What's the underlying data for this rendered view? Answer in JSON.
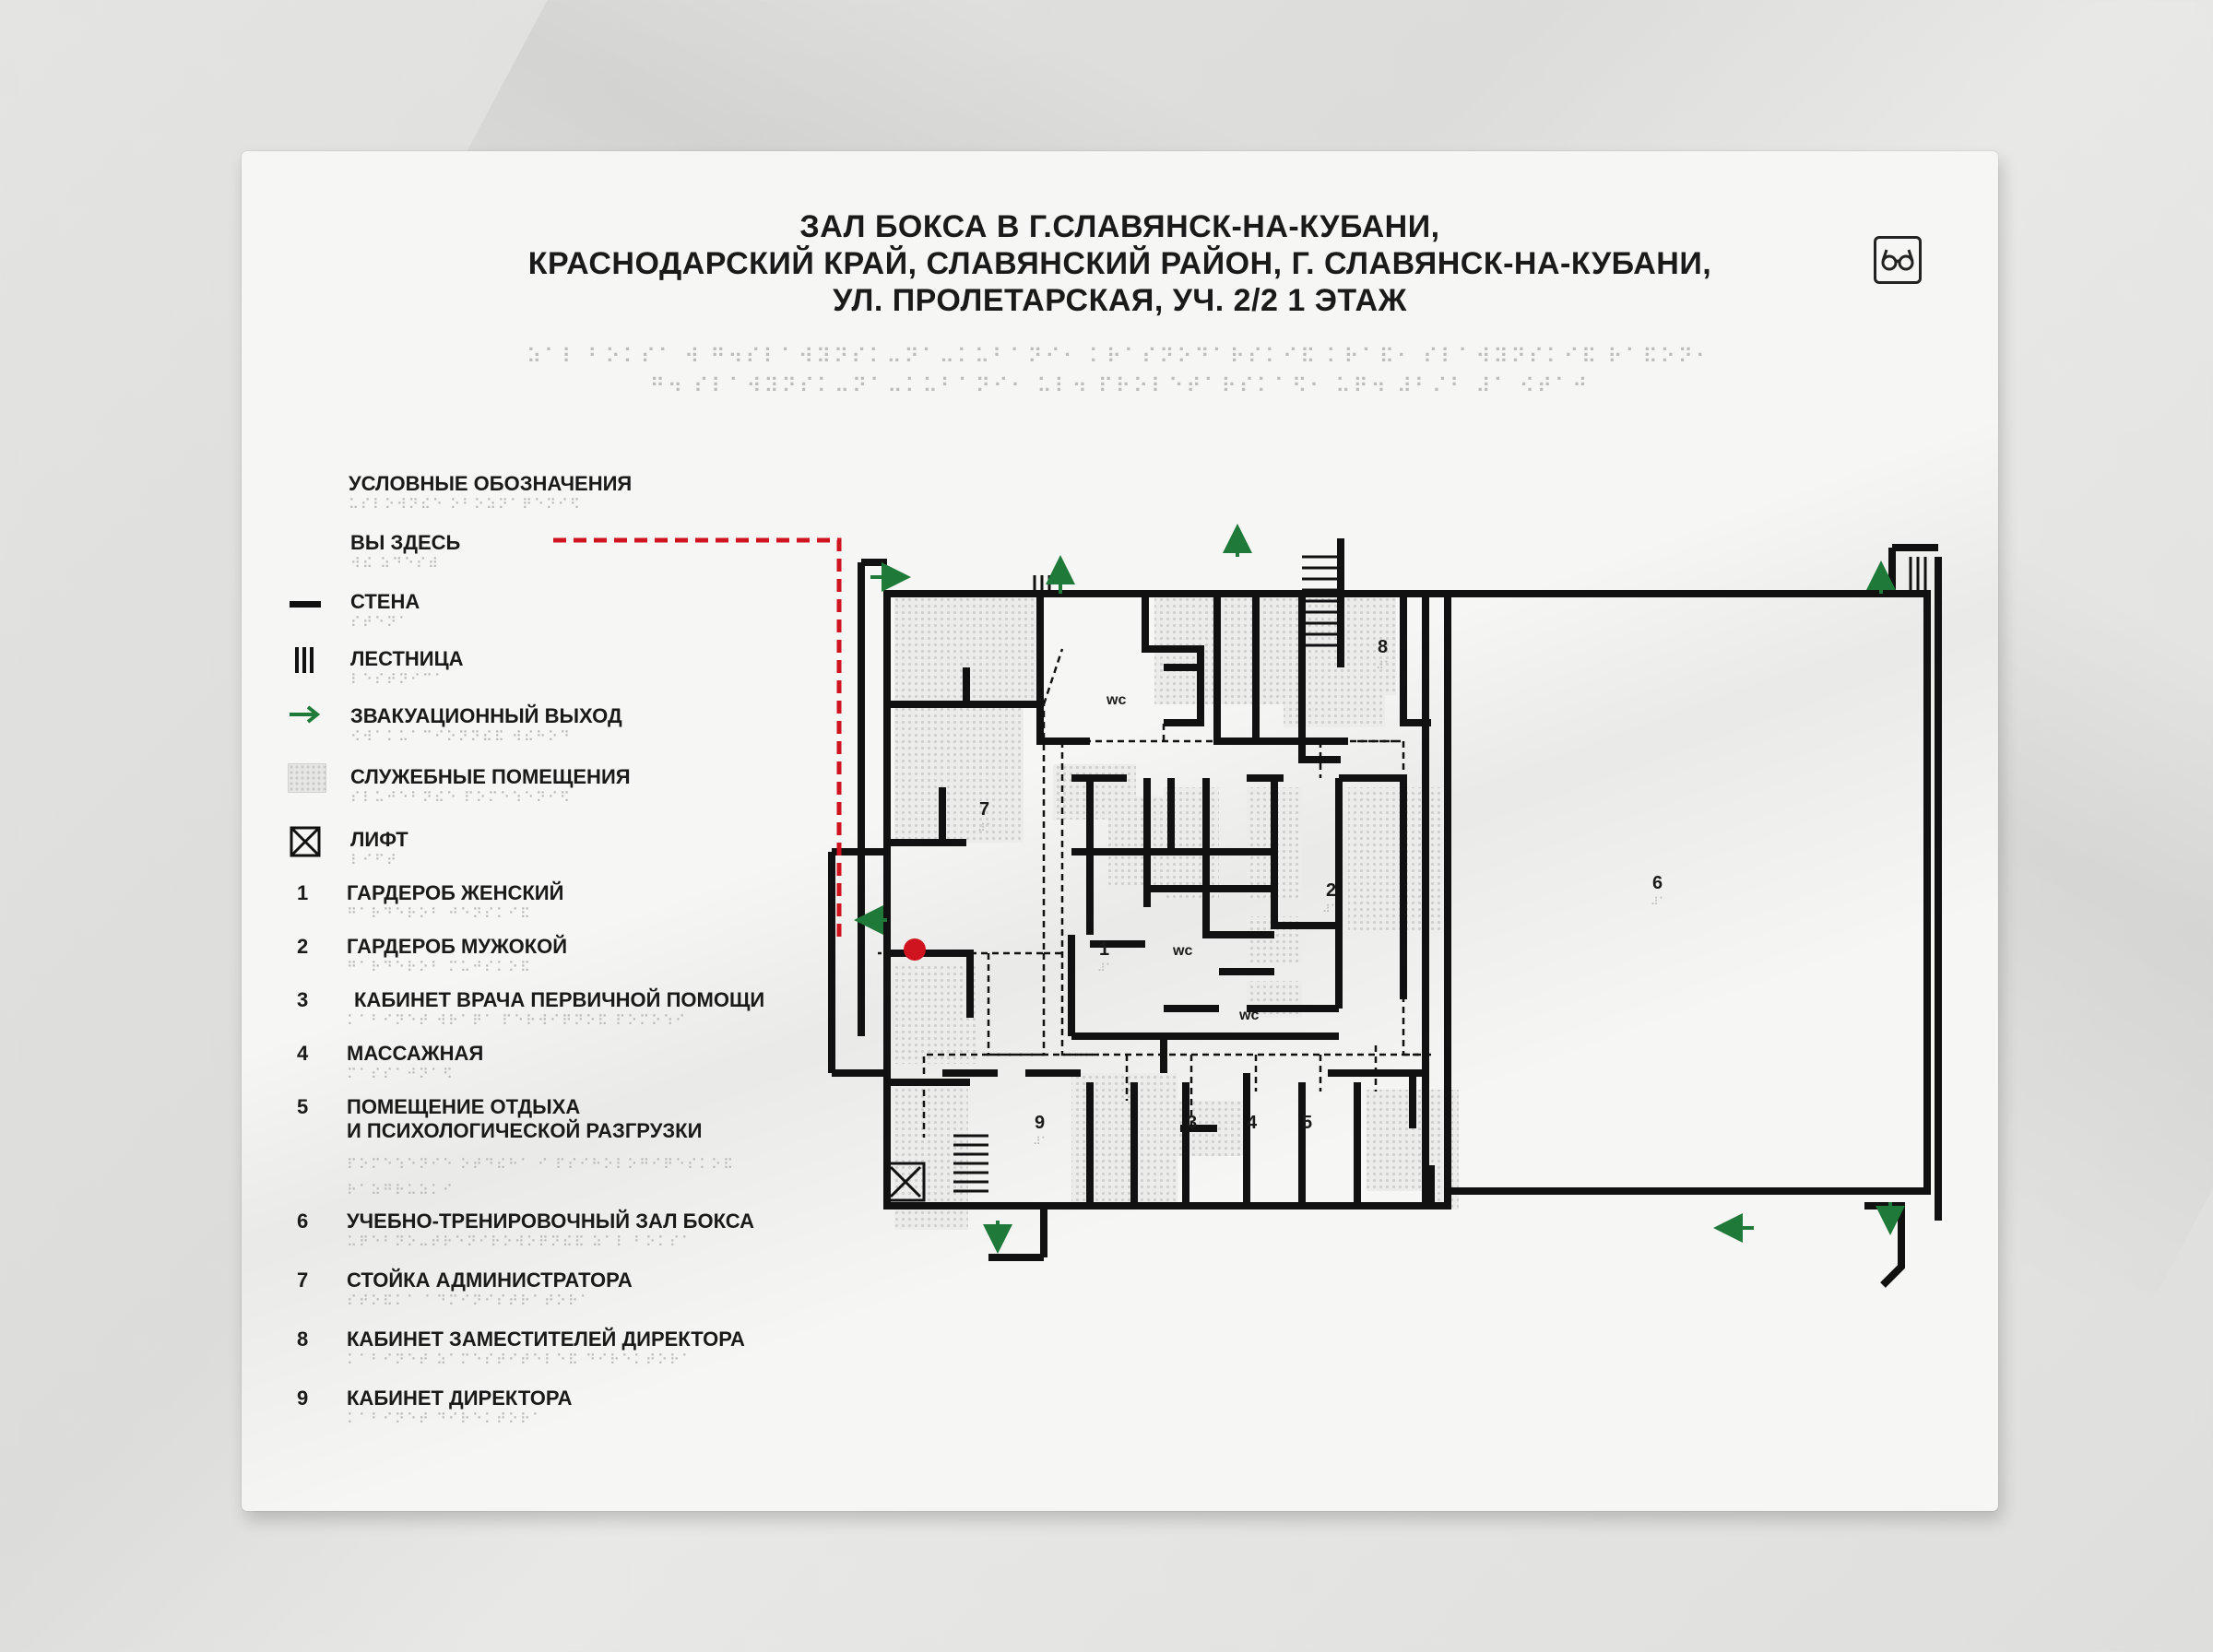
{
  "sign": {
    "title_lines": [
      "ЗАЛ БОКСА В Г.СЛАВЯНСК-НА-КУБАНИ,",
      "КРАСНОДАРСКИЙ КРАЙ, СЛАВЯНСКИЙ РАЙОН, Г. СЛАВЯНСК-НА-КУБАНИ,",
      "УЛ. ПРОЛЕТАРСКАЯ, УЧ. 2/2 1 ЭТАЖ"
    ],
    "accessibility_icon": "low-vision-glasses-icon",
    "braille_title_lines": [
      "⠵⠁⠇ ⠃⠕⠅⠎⠁ ⠺ ⠛⠲⠎⠇⠁⠺⠽⠝⠎⠅⠤⠝⠁⠤⠅⠥⠃⠁⠝⠊⠂ ⠅⠗⠁⠎⠝⠕⠙⠁⠗⠎⠅⠊⠯ ⠅⠗⠁⠯⠂ ⠎⠇⠁⠺⠽⠝⠎⠅⠊⠯ ⠗⠁⠯⠕⠝⠂",
      "⠛⠲ ⠎⠇⠁⠺⠽⠝⠎⠅⠤⠝⠁⠤⠅⠥⠃⠁⠝⠊⠂ ⠥⠇⠲ ⠏⠗⠕⠇⠑⠞⠁⠗⠎⠅⠁⠫⠂ ⠥⠟⠲ ⠼⠃⠌⠃ ⠼⠁ ⠪⠞⠁⠚"
    ]
  },
  "legend": {
    "heading": "УСЛОВНЫЕ ОБОЗНАЧЕНИЯ",
    "heading_braille": "⠥⠎⠇⠕⠺⠝⠮⠑ ⠕⠃⠕⠵⠝⠁⠟⠑⠝⠊⠫",
    "you_are_here": "ВЫ ЗДЕСЬ",
    "you_are_here_braille": "⠺⠮ ⠵⠙⠑⠎⠾",
    "wall": "СТЕНА",
    "wall_braille": "⠎⠞⠑⠝⠁",
    "stairs": "ЛЕСТНИЦА",
    "stairs_braille": "⠇⠑⠎⠞⠝⠊⠉⠁",
    "exit": "ЗВАКУАЦИОННЫЙ ВЫХОД",
    "exit_braille": "⠪⠺⠁⠅⠥⠁⠉⠊⠕⠝⠝⠮⠯ ⠺⠮⠓⠕⠙",
    "service": "СЛУЖЕБНЫЕ ПОМЕЩЕНИЯ",
    "service_braille": "⠎⠇⠥⠚⠑⠃⠝⠮⠑ ⠏⠕⠍⠑⠱⠑⠝⠊⠫",
    "lift": "ЛИФТ",
    "lift_braille": "⠇⠊⠋⠞",
    "items": [
      {
        "num": "1",
        "label": "ГАРДЕРОБ ЖЕНСКИЙ",
        "braille": "⠛⠁⠗⠙⠑⠗⠕⠃ ⠚⠑⠝⠎⠅⠊⠯"
      },
      {
        "num": "2",
        "label": "ГАРДЕРОБ МУЖОКОЙ",
        "braille": "⠛⠁⠗⠙⠑⠗⠕⠃ ⠍⠥⠚⠎⠅⠕⠯"
      },
      {
        "num": "3",
        "label": "КАБИНЕТ ВРАЧА  ПЕРВИЧНОЙ ПОМОЩИ",
        "braille": "⠅⠁⠃⠊⠝⠑⠞ ⠺⠗⠁⠟⠁ ⠏⠑⠗⠺⠊⠟⠝⠕⠯ ⠏⠕⠍⠕⠱⠊"
      },
      {
        "num": "4",
        "label": "МАССАЖНАЯ",
        "braille": "⠍⠁⠎⠎⠁⠚⠝⠁⠫"
      },
      {
        "num": "5",
        "label": "ПОМЕЩЕНИЕ ОТДЫХА",
        "label2": "И ПСИХОЛОГИЧЕСКОЙ РАЗГРУЗКИ",
        "braille": "⠏⠕⠍⠑⠱⠑⠝⠊⠑ ⠕⠞⠙⠮⠓⠁ ⠊ ⠏⠎⠊⠓⠕⠇⠕⠛⠊⠟⠑⠎⠅⠕⠯",
        "braille2": "⠗⠁⠵⠛⠗⠥⠵⠅⠊"
      },
      {
        "num": "6",
        "label": "УЧЕБНО-ТРЕНИРОВОЧНЫЙ ЗАЛ БОКСА",
        "braille": "⠥⠟⠑⠃⠝⠕⠤⠞⠗⠑⠝⠊⠗⠕⠺⠕⠟⠝⠮⠯ ⠵⠁⠇ ⠃⠕⠅⠎⠁"
      },
      {
        "num": "7",
        "label": "СТОЙКА АДМИНИСТРАТОРА",
        "braille": "⠎⠞⠕⠯⠅⠁ ⠁⠙⠍⠊⠝⠊⠎⠞⠗⠁⠞⠕⠗⠁"
      },
      {
        "num": "8",
        "label": "КАБИНЕТ ЗАМЕСТИТЕЛЕЙ ДИРЕКТОРА",
        "braille": "⠅⠁⠃⠊⠝⠑⠞ ⠵⠁⠍⠑⠎⠞⠊⠞⠑⠇⠑⠯ ⠙⠊⠗⠑⠅⠞⠕⠗⠁"
      },
      {
        "num": "9",
        "label": "КАБИНЕТ  ДИРЕКТОРА",
        "braille": "⠅⠁⠃⠊⠝⠑⠞ ⠙⠊⠗⠑⠅⠞⠕⠗⠁"
      }
    ]
  },
  "plan": {
    "room_labels": {
      "r1": "1",
      "r2": "2",
      "r3": "3",
      "r4": "4",
      "r5": "5",
      "r6": "6",
      "r7": "7",
      "r8": "8",
      "r9": "9",
      "wc1": "wc",
      "wc2": "wc",
      "wc3": "wc"
    },
    "room_braille": "⠼⠁",
    "colors": {
      "wall": "#111111",
      "exit_arrow": "#1f7a3a",
      "you_are_here": "#d0141f",
      "service_fill": "#e8e8e6",
      "panel": "#f6f6f4"
    }
  }
}
